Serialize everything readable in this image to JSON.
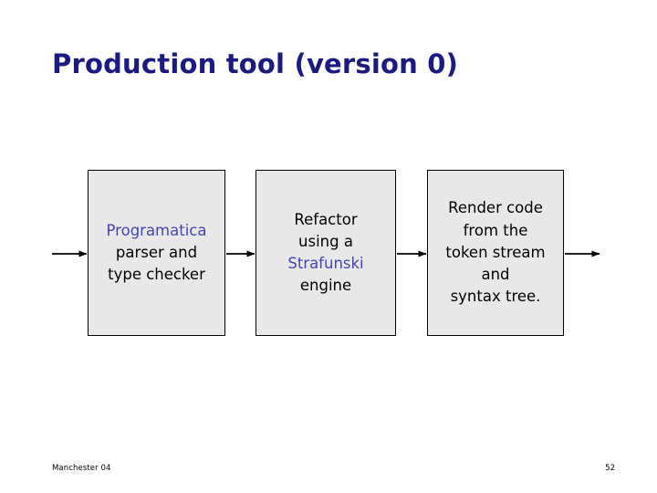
{
  "slide": {
    "title": "Production tool (version 0)",
    "title_color": "#1a1a80",
    "background_color": "#ffffff",
    "accent_blue": "#4444b4",
    "box_fill": "#e8e8e8",
    "box_border": "#000000"
  },
  "diagram": {
    "type": "flow",
    "orientation": "left-to-right",
    "boxes": [
      {
        "id": "programatica",
        "lines": [
          {
            "text": "Programatica",
            "color": "#4444b4"
          },
          {
            "text": "parser and",
            "color": "#000000"
          },
          {
            "text": "type checker",
            "color": "#000000"
          }
        ]
      },
      {
        "id": "refactor",
        "lines": [
          {
            "text": "Refactor",
            "color": "#000000"
          },
          {
            "text": "using a",
            "color": "#000000"
          },
          {
            "text": "Strafunski",
            "color": "#4444b4"
          },
          {
            "text": "engine",
            "color": "#000000"
          }
        ]
      },
      {
        "id": "render",
        "lines": [
          {
            "text": "Render code",
            "color": "#000000"
          },
          {
            "text": "from the",
            "color": "#000000"
          },
          {
            "text": "token stream",
            "color": "#000000"
          },
          {
            "text": "and",
            "color": "#000000"
          },
          {
            "text": "syntax tree.",
            "color": "#000000"
          }
        ]
      }
    ],
    "arrows": [
      {
        "id": "arrow-in",
        "label": ""
      },
      {
        "id": "arrow-1-to-2",
        "label": ""
      },
      {
        "id": "arrow-2-to-3",
        "label": ""
      },
      {
        "id": "arrow-out",
        "label": ""
      }
    ]
  },
  "footer": {
    "left": "Manchester 04",
    "page_number": "52"
  }
}
